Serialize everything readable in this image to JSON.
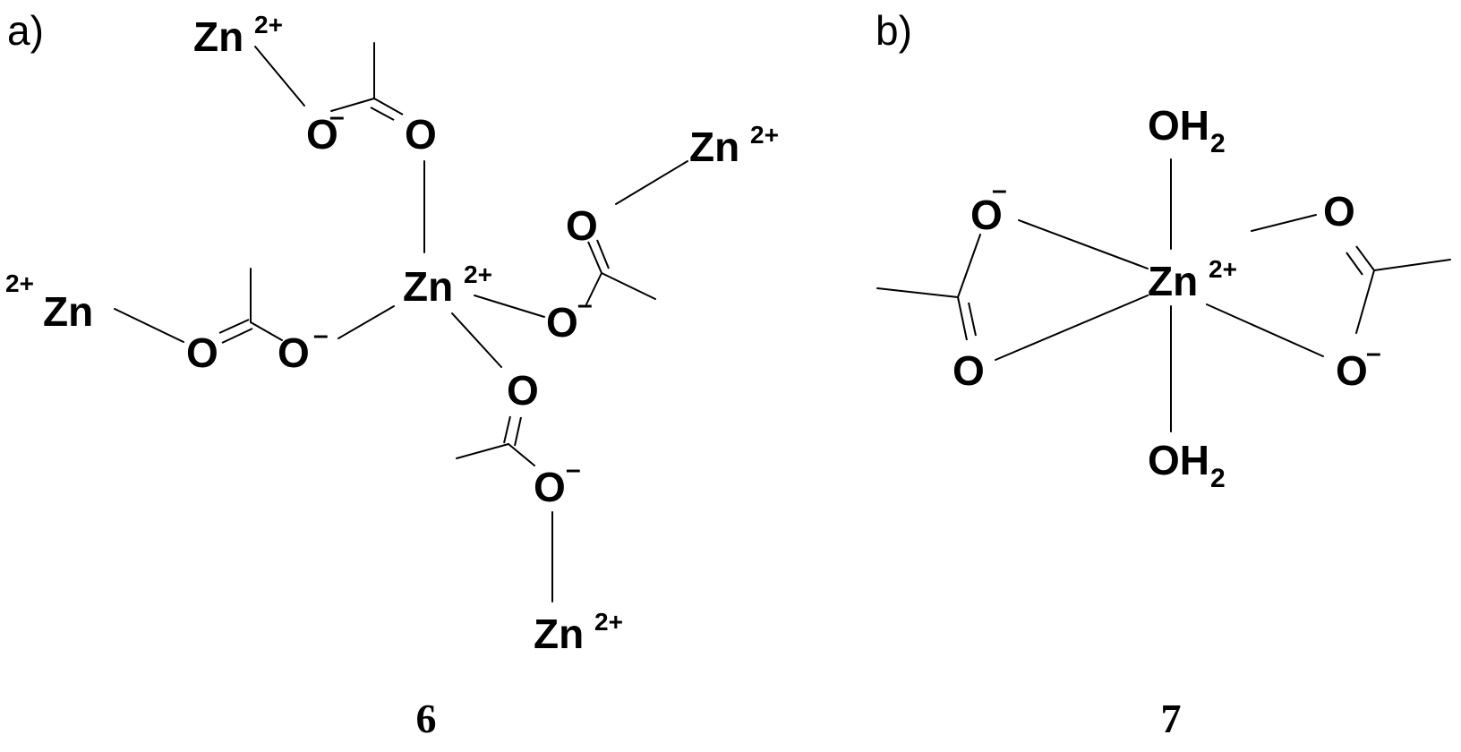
{
  "panels": {
    "a": {
      "label": "a)",
      "compound_number": "6"
    },
    "b": {
      "label": "b)",
      "compound_number": "7"
    }
  },
  "atoms": {
    "zinc": "Zn",
    "zinc_charge": "2+",
    "oxygen": "O",
    "negative_charge": "–",
    "water_oh": "OH",
    "water_sub": "2"
  }
}
